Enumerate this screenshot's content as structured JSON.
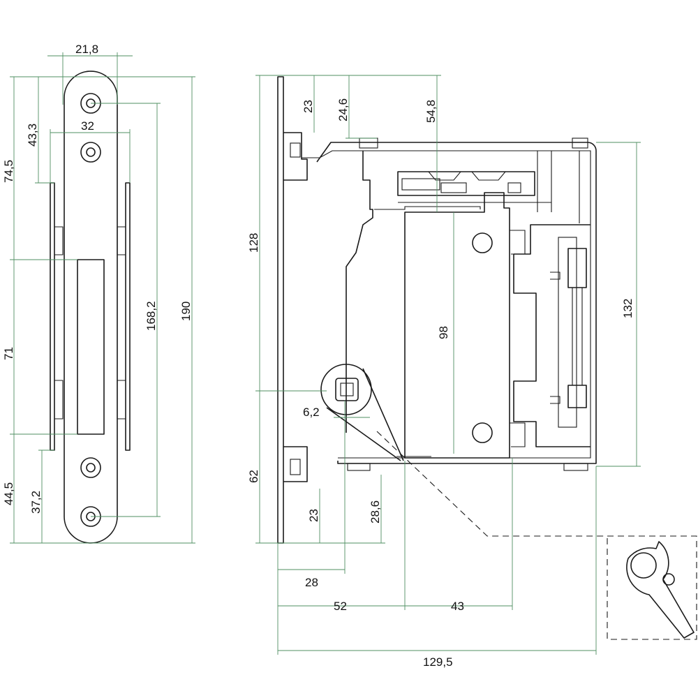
{
  "colors": {
    "dimension_line": "#4f8f62",
    "part_outline": "#1a1a1a",
    "background": "#ffffff"
  },
  "dimensions": {
    "faceplate": {
      "width_forend": "21,8",
      "hole_spacing_top": "32",
      "top_to_strike": "74,5",
      "top_to_tongue": "43,3",
      "strike_height": "71",
      "bottom_to_strike": "44,5",
      "bottom_to_hole": "37,2",
      "hole_span": "168,2",
      "total_height": "190"
    },
    "body": {
      "top_offset_a": "23",
      "top_offset_b": "24,6",
      "top_offset_c": "54,8",
      "height_left": "128",
      "inner_height": "98",
      "height_right": "132",
      "bottom_left": "62",
      "bottom_offset_a": "23",
      "bottom_offset_b": "28,6",
      "spindle_square": "6,2",
      "backset_spindle": "28",
      "backset_a": "52",
      "depth_b": "43",
      "total_depth": "129,5"
    }
  }
}
